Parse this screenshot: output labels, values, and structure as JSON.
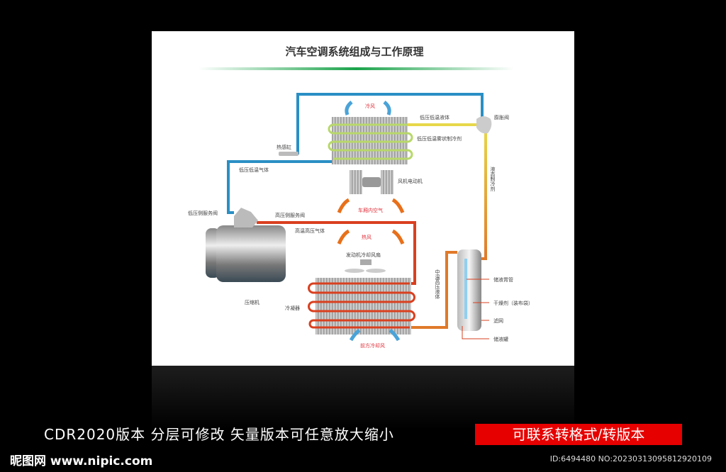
{
  "title": "汽车空调系统组成与工作原理",
  "labels": {
    "cold_air": "冷风",
    "low_liquid": "低压低温液体",
    "expansion_valve": "膨胀阀",
    "low_mist": "低压低温雾状制冷剂",
    "sensor_bulb": "热感缸",
    "low_gas": "低压低温气体",
    "blower_motor": "风机电动机",
    "liquid_refrigerant": "液态制冷剂",
    "low_service_valve": "低压侧服务阀",
    "high_service_valve": "高压侧服务阀",
    "cabin_air": "车厢内空气",
    "high_gas": "高温高压气体",
    "hot_air": "热风",
    "engine_fan": "发动机冷却风扇",
    "compressor": "压缩机",
    "condenser": "冷凝器",
    "mid_liquid": "中温高压液体",
    "pickup_tube": "储液胃管",
    "desiccant": "干燥剂（装布袋）",
    "filter": "滤网",
    "receiver": "储液罐",
    "front_air": "前方冷却风"
  },
  "banner": "CDR2020版本  分层可修改  矢量版本可任意放大缩小",
  "badge": "可联系转格式/转版本",
  "logo": "昵图网 www.nipic.com",
  "id_text": "ID:6494480 NO:20230313095812920109",
  "colors": {
    "low_pipe": "#2a8fc4",
    "high_pipe": "#d9401f",
    "liquid_pipe": "#e8d84a",
    "mid_pipe": "#e07a2a",
    "label_red": "#e0303a"
  }
}
